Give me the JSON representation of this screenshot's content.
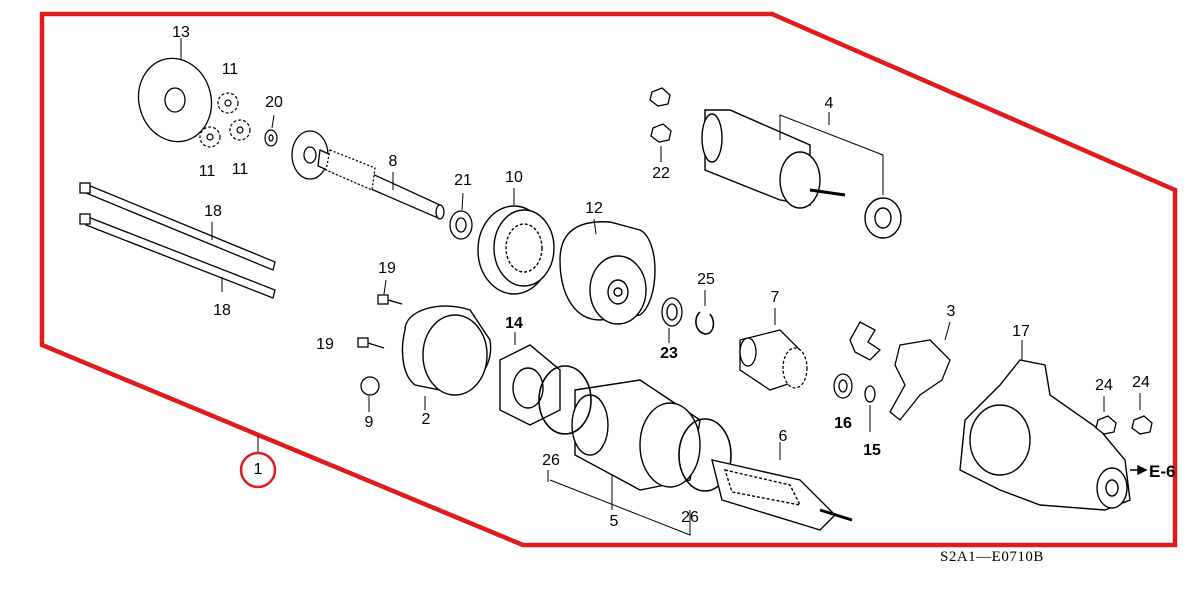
{
  "part_labels": {
    "p1": "1",
    "p2": "2",
    "p3": "3",
    "p4": "4",
    "p5": "5",
    "p6": "6",
    "p7": "7",
    "p8": "8",
    "p9": "9",
    "p10": "10",
    "p11a": "11",
    "p11b": "11",
    "p11c": "11",
    "p12": "12",
    "p13": "13",
    "p14": "14",
    "p15": "15",
    "p16": "16",
    "p17": "17",
    "p18a": "18",
    "p18b": "18",
    "p19a": "19",
    "p19b": "19",
    "p20": "20",
    "p21": "21",
    "p22": "22",
    "p23": "23",
    "p24a": "24",
    "p24b": "24",
    "p25": "25",
    "p26a": "26",
    "p26b": "26"
  },
  "callout_ref": "E-6",
  "diagram_code": "S2A1—E0710B",
  "colors": {
    "assembly_outline": "#e01b1b",
    "line_art": "#000000",
    "background": "#ffffff"
  }
}
